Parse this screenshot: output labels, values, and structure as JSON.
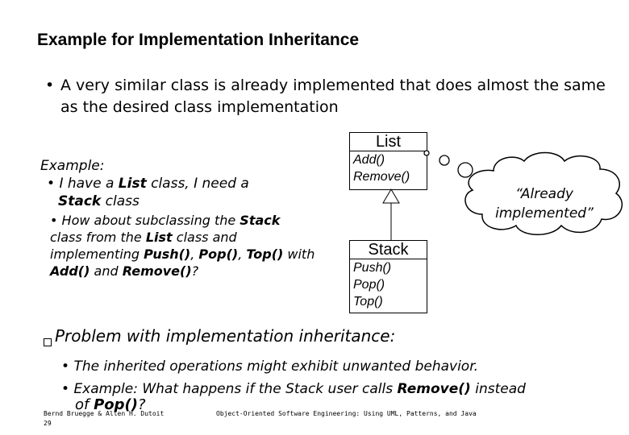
{
  "slide": {
    "title": "Example for Implementation Inheritance",
    "intro": {
      "bullet": "•",
      "text": "A very similar class is already implemented that does almost the same as the desired class implementation"
    },
    "example": {
      "heading": "Example:",
      "b1_pre": "I have a ",
      "b1_bold": "List",
      "b1_mid": " class, I need a ",
      "b1_bold2": "Stack",
      "b1_post": " class",
      "b2_pre": "How about subclassing the ",
      "b2_bold": "Stack",
      "b2_mid": " class from the ",
      "b2_bold2": "List",
      "b2_mid2": " class and implementing ",
      "b2_push": "Push()",
      "b2_c1": ", ",
      "b2_pop": "Pop()",
      "b2_c2": ", ",
      "b2_top": "Top()",
      "b2_with": " with ",
      "b2_add": "Add()",
      "b2_and": " and ",
      "b2_remove": "Remove()",
      "b2_q": "?"
    },
    "uml": {
      "list": {
        "name": "List",
        "ops": [
          "Add()",
          "Remove()"
        ]
      },
      "stack": {
        "name": "Stack",
        "ops": [
          "Push()",
          "Pop()",
          "Top()"
        ]
      }
    },
    "thought": {
      "text": "“Already implemented”"
    },
    "problem": {
      "heading": "Problem with implementation inheritance:",
      "b1": "The inherited operations might exhibit unwanted behavior.",
      "b2_pre": "Example: What happens if the Stack user calls ",
      "b2_bold": "Remove()",
      "b2_mid": " instead",
      "b2_line2_pre": "of ",
      "b2_line2_bold": "Pop()",
      "b2_line2_post": "?"
    },
    "footer": {
      "authors": "Bernd Bruegge & Allen H. Dutoit",
      "book": "Object-Oriented Software Engineering: Using UML, Patterns, and Java",
      "page": "29"
    }
  }
}
